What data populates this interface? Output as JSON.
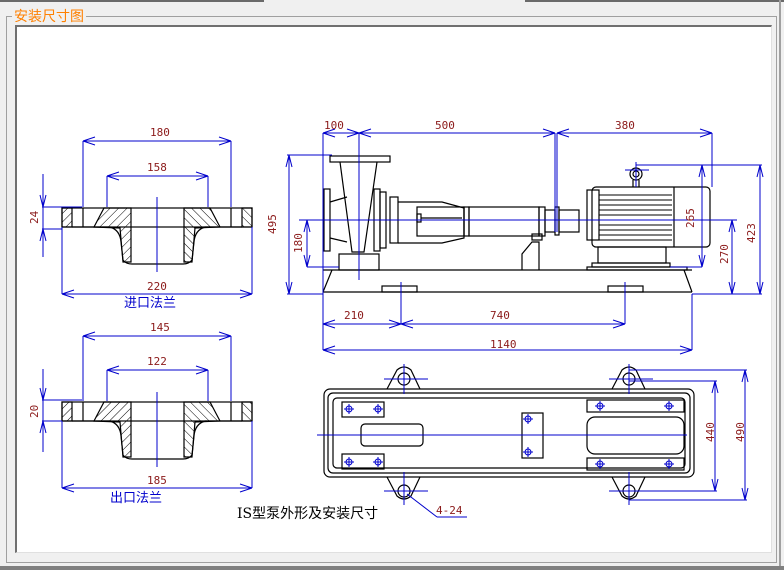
{
  "window": {
    "group_title": "安装尺寸图"
  },
  "drawing": {
    "title": "IS型泵外形及安装尺寸",
    "inlet_flange": {
      "caption": "进口法兰",
      "bolt_circle": "180",
      "raised_face": "158",
      "outer_diameter": "220",
      "thickness": "24"
    },
    "outlet_flange": {
      "caption": "出口法兰",
      "bolt_circle": "145",
      "raised_face": "122",
      "outer_diameter": "185",
      "thickness": "20"
    },
    "side_view": {
      "dim_suction_offset": "100",
      "dim_pump_length": "500",
      "dim_motor_length": "380",
      "dim_total_height": "495",
      "dim_inlet_height": "180",
      "dim_motor_height": "265",
      "dim_shaft_height": "270",
      "dim_motor_total_height": "423",
      "dim_foot_offset": "210",
      "dim_foot_spacing": "740",
      "dim_base_length": "1140"
    },
    "plan_view": {
      "dim_bolt_width": "440",
      "dim_base_width": "490",
      "hole_callout": "4-24"
    }
  },
  "colors": {
    "title_orange": "#ff8000",
    "dimension_blue": "#0000cc",
    "dimension_text": "#8b1a1a",
    "outline": "#000000"
  }
}
